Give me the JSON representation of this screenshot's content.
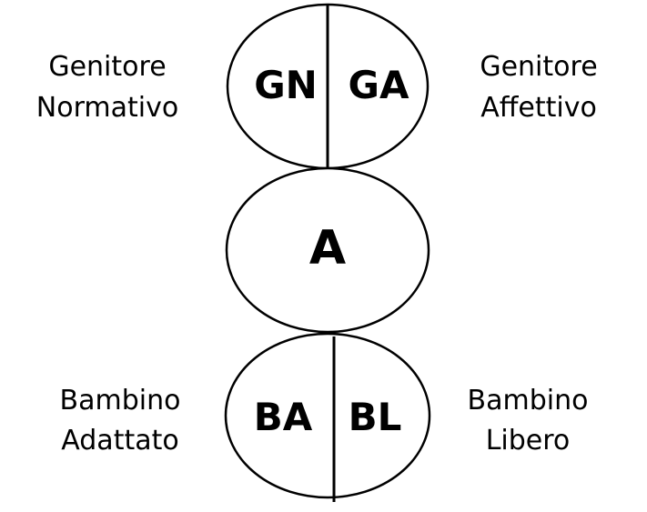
{
  "diagram": {
    "colors": {
      "stroke": "#000000",
      "text": "#000000",
      "background": "#ffffff"
    },
    "parent": {
      "left_abbr": "GN",
      "right_abbr": "GA",
      "left_label_line1": "Genitore",
      "left_label_line2": "Normativo",
      "right_label_line1": "Genitore",
      "right_label_line2": "Affettivo"
    },
    "adult": {
      "abbr": "A"
    },
    "child": {
      "left_abbr": "BA",
      "right_abbr": "BL",
      "left_label_line1": "Bambino",
      "left_label_line2": "Adattato",
      "right_label_line1": "Bambino",
      "right_label_line2": "Libero"
    }
  }
}
